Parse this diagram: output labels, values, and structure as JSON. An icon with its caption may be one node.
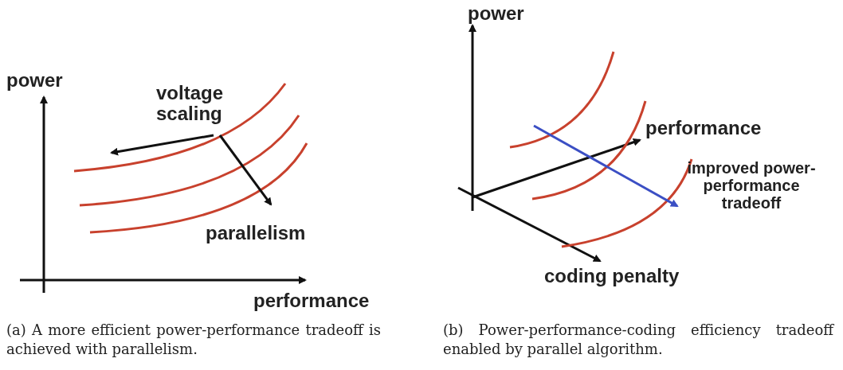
{
  "diagram": {
    "labels": [
      "power",
      "power",
      "voltage scaling",
      "performance",
      "improved power-performance tradeoff",
      "parallelism",
      "performance",
      "coding penalty",
      "(a) A more efficient power-performance tradeoff is achieved with parallelism.",
      "(b) Power-performance-coding efficiency tradeoff enabled by parallel algorithm."
    ]
  }
}
